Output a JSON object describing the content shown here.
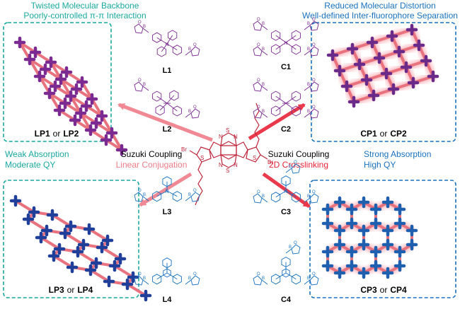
{
  "headings": {
    "top_left_line1": "Twisted Molecular Backbone",
    "top_left_line2": "Poorly-controlled π-π Interaction",
    "top_right_line1": "Reduced Molecular Distortion",
    "top_right_line2": "Well-defined Inter-fluorophore Separation",
    "mid_left_line1": "Weak Absorption",
    "mid_left_line2": "Moderate QY",
    "mid_right_line1": "Strong Absorption",
    "mid_right_line2": "High QY"
  },
  "reactions": {
    "left_line1": "Suzuki Coupling",
    "left_line2": "Linear Conjugation",
    "right_line1": "Suzuki Coupling",
    "right_line2": "2D Crosslinking"
  },
  "linkers": {
    "left": [
      "L1",
      "L2",
      "L3",
      "L4"
    ],
    "right": [
      "C1",
      "C2",
      "C3",
      "C4"
    ]
  },
  "polymers": {
    "top_left": {
      "a": "LP1",
      "join": "or",
      "b": "LP2"
    },
    "top_right": {
      "a": "CP1",
      "join": "or",
      "b": "CP2"
    },
    "bottom_left": {
      "a": "LP3",
      "join": "or",
      "b": "LP4"
    },
    "bottom_right": {
      "a": "CP3",
      "join": "or",
      "b": "CP4"
    }
  },
  "atoms": {
    "nitrogen": "N",
    "boron": "B",
    "oxygen": "O",
    "sulfur": "S",
    "bromine": "Br"
  },
  "colors": {
    "teal": "#1aa9a0",
    "blue": "#1a72c0",
    "purple": "#7a2a90",
    "navy": "#1f3f9a",
    "pink": "#e8737f",
    "red": "#e8243a",
    "core": "#c0243a"
  }
}
